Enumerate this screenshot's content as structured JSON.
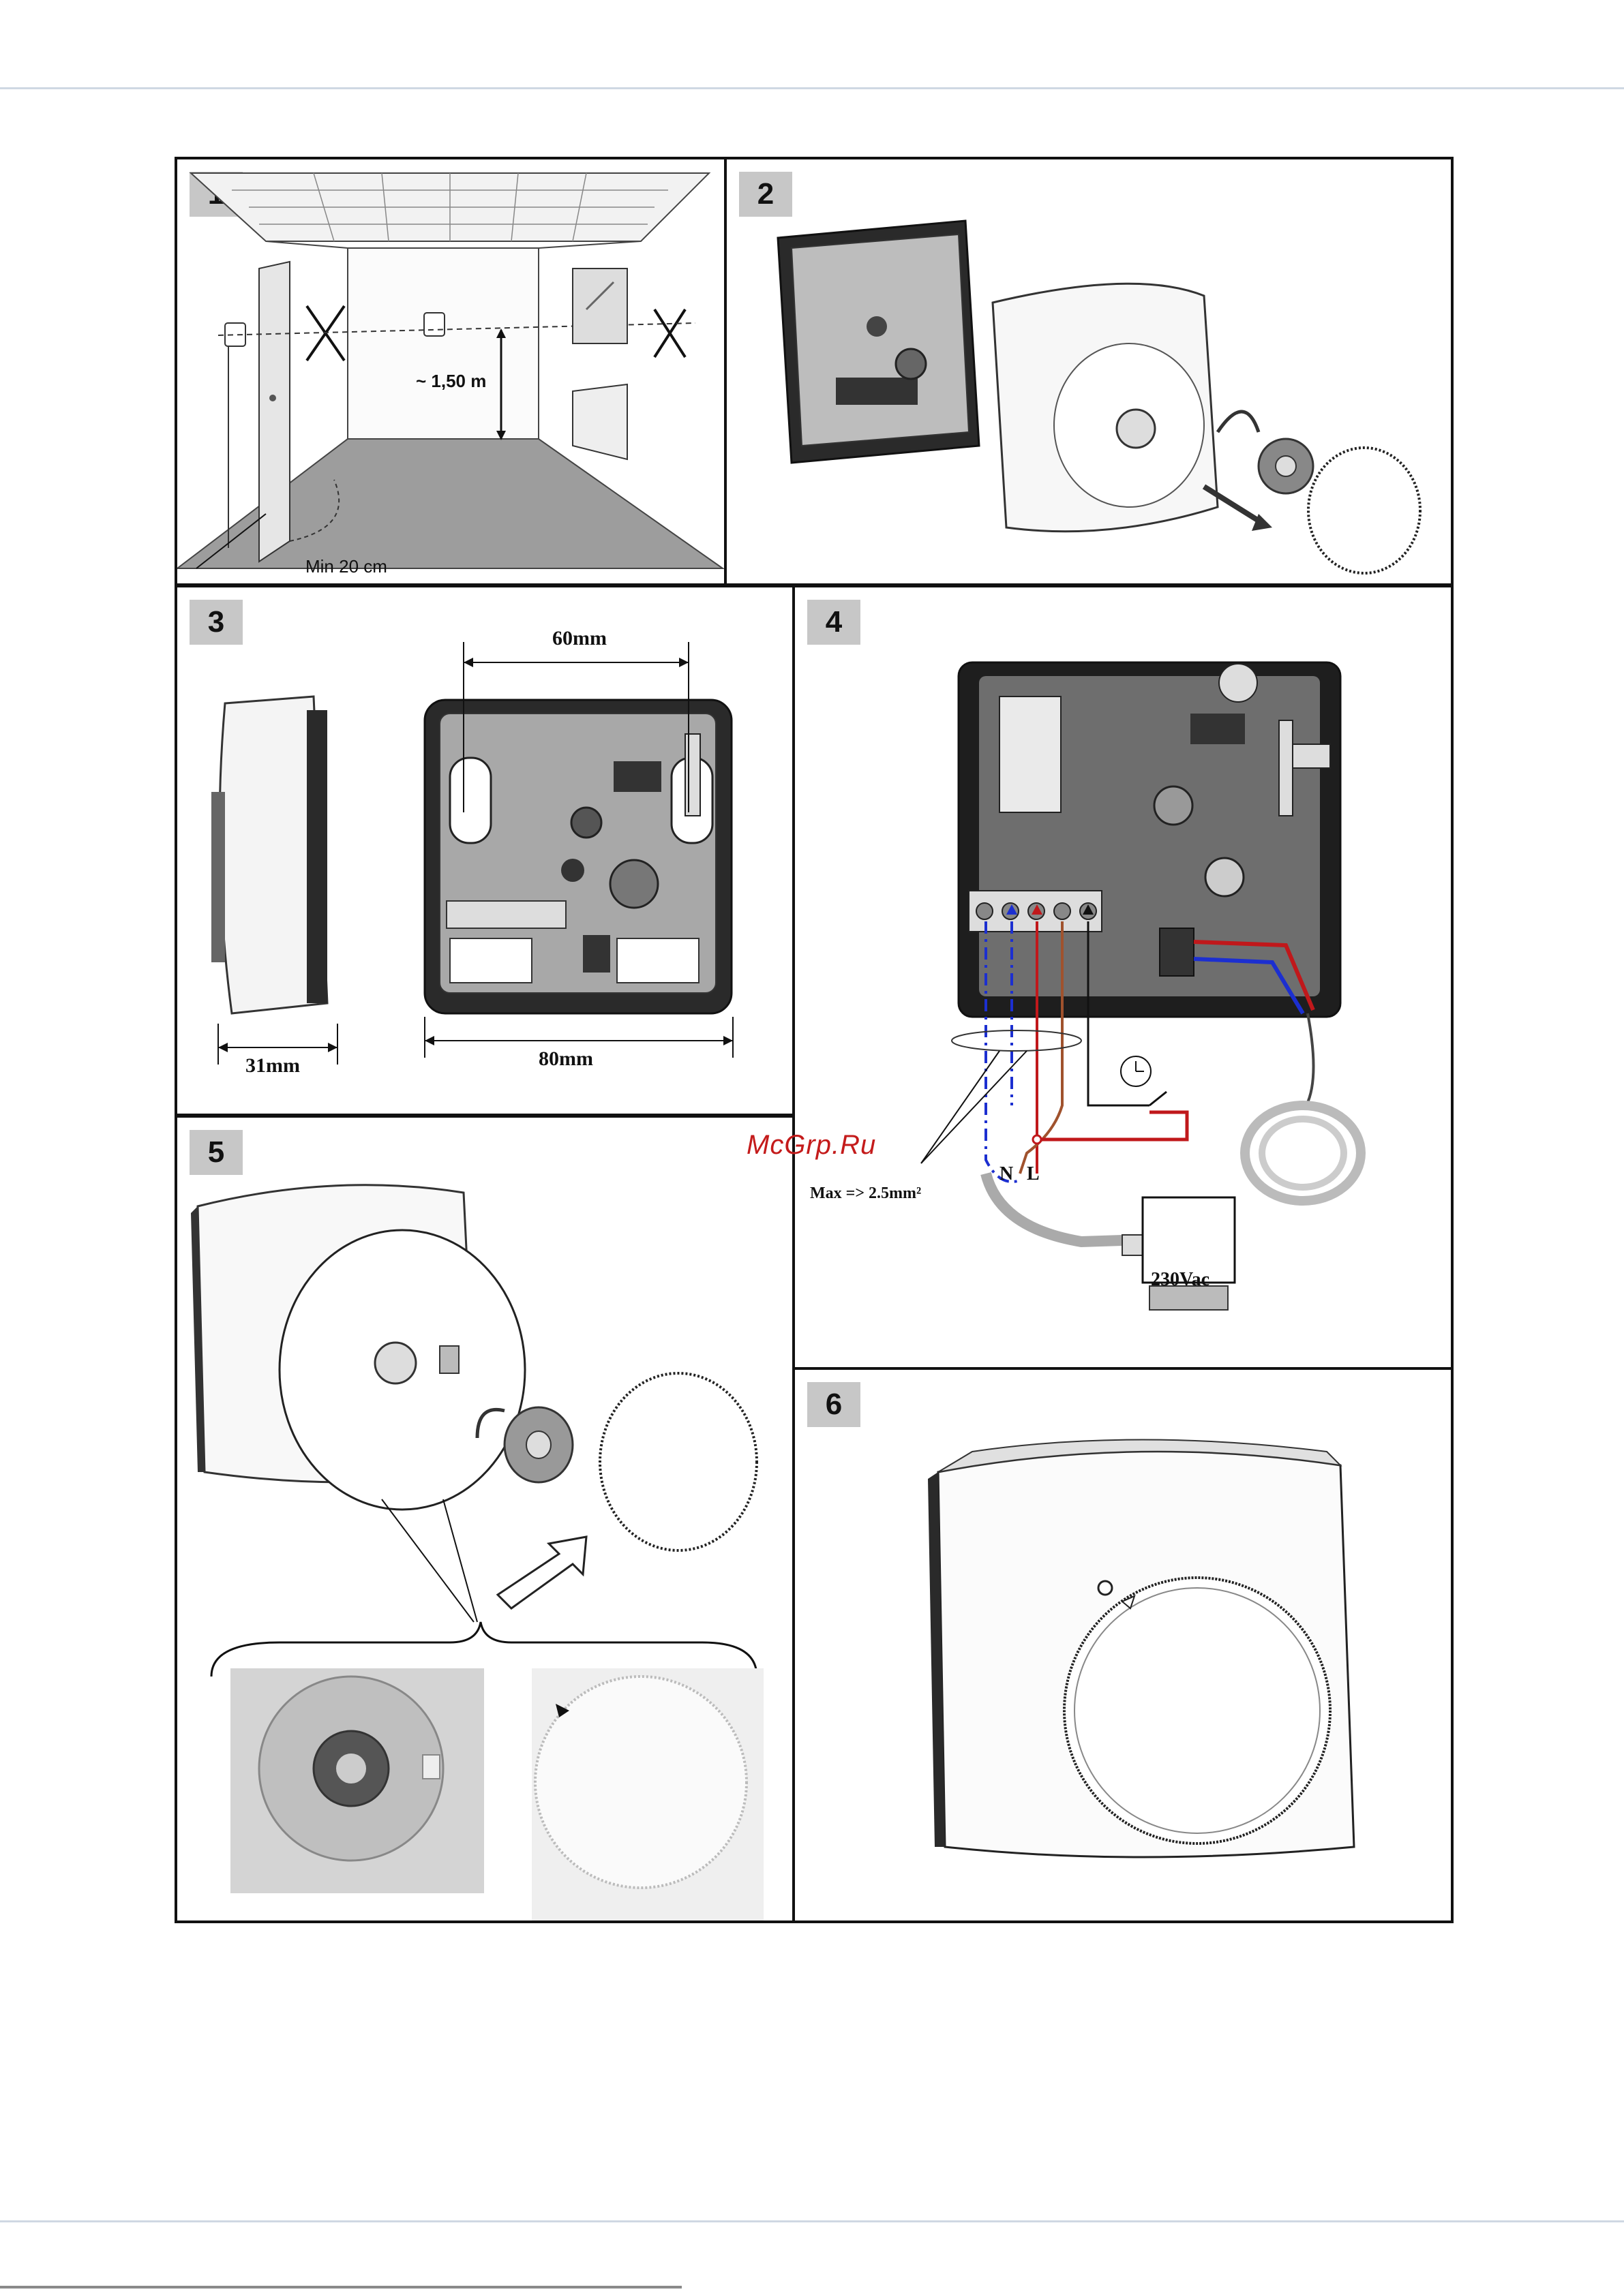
{
  "watermark": "McGrp.Ru",
  "panels": [
    {
      "number": "1",
      "labels": {
        "height": "~ 1,50 m",
        "min": "Min 20 cm"
      }
    },
    {
      "number": "2"
    },
    {
      "number": "3",
      "labels": {
        "width_top": "60mm",
        "depth": "31mm",
        "width_bottom": "80mm"
      }
    },
    {
      "number": "4",
      "labels": {
        "max": "Max => 2.5mm²",
        "n": "N",
        "l": "L",
        "voltage": "230Vac"
      }
    },
    {
      "number": "5"
    },
    {
      "number": "6"
    }
  ],
  "colors": {
    "live": "#c0181b",
    "neutral": "#1c2fd0",
    "brown": "#a0522d",
    "frame": "#111111"
  }
}
